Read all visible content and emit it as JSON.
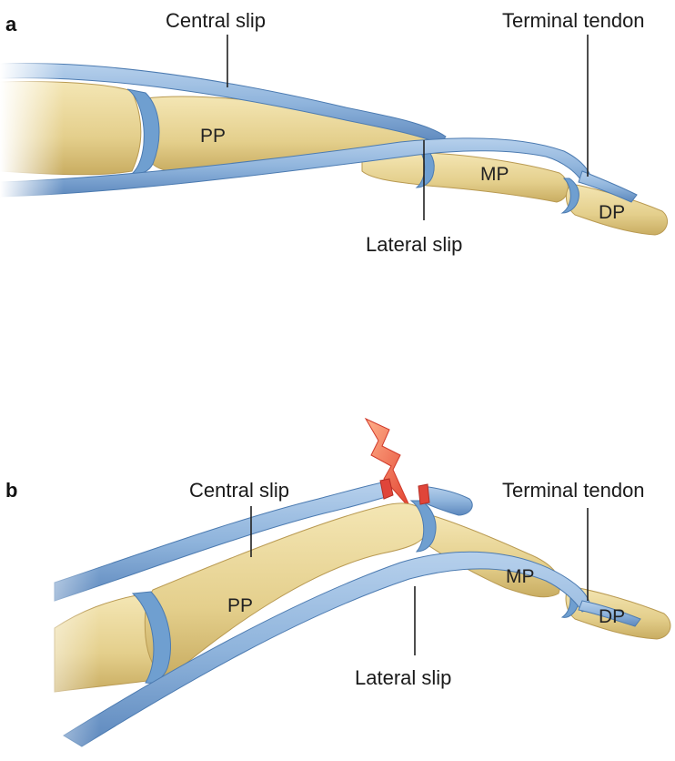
{
  "panels": [
    {
      "letter": "a",
      "labels": {
        "central_slip": "Central slip",
        "terminal_tendon": "Terminal tendon",
        "lateral_slip": "Lateral slip"
      },
      "bones": {
        "pp": "PP",
        "mp": "MP",
        "dp": "DP"
      }
    },
    {
      "letter": "b",
      "labels": {
        "central_slip": "Central slip",
        "terminal_tendon": "Terminal tendon",
        "lateral_slip": "Lateral slip"
      },
      "bones": {
        "pp": "PP",
        "mp": "MP",
        "dp": "DP"
      }
    }
  ],
  "colors": {
    "bone": "#e9d79a",
    "bone_shadow": "#c8b069",
    "tendon": "#8fb4dc",
    "tendon_edge": "#5d88bd",
    "cartilage": "#6f9fd0",
    "rupture": "#e0453a",
    "lightning": "#f07a4a"
  },
  "icons": {
    "injury": "lightning-bolt-icon"
  }
}
